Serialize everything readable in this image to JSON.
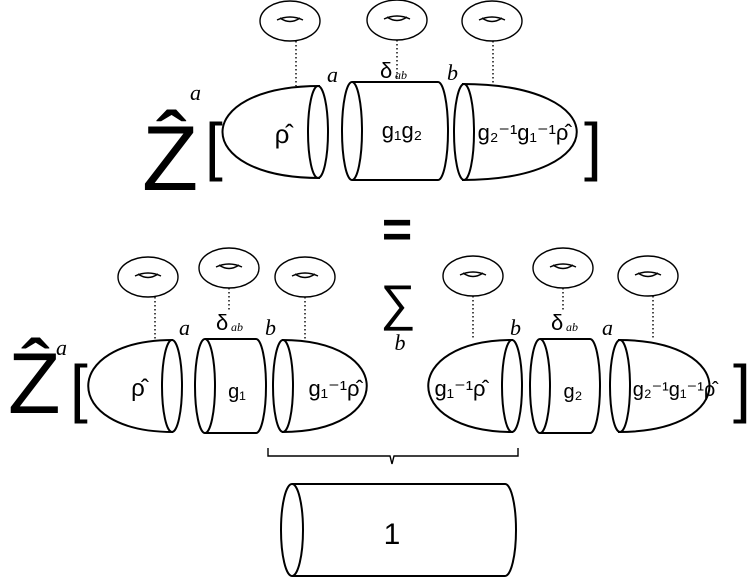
{
  "top": {
    "operator": "Ẑ",
    "superscript": "a",
    "bracket_left": "[",
    "bracket_right": "]",
    "label_a": "a",
    "label_b": "b",
    "delta": "δ",
    "delta_sub": "ab",
    "cap_left": "ρ̂",
    "cylinder": "g₁g₂",
    "cap_right": "g₂⁻¹g₁⁻¹ρ̂"
  },
  "equals": "=",
  "bottom": {
    "operator": "Ẑ",
    "superscript": "a",
    "bracket_left": "[",
    "bracket_right": "]",
    "sum": "∑",
    "sum_index": "b",
    "label_a1": "a",
    "label_b1": "b",
    "label_b2": "b",
    "label_a2": "a",
    "delta": "δ",
    "delta_sub": "ab",
    "cap1": "ρ̂",
    "cyl1": "g₁",
    "cap2": "g₁⁻¹ρ̂",
    "cap3": "g₁⁻¹ρ̂",
    "cyl2": "g₂",
    "cap4": "g₂⁻¹g₁⁻¹ρ̂"
  },
  "result": {
    "cylinder": "1"
  }
}
